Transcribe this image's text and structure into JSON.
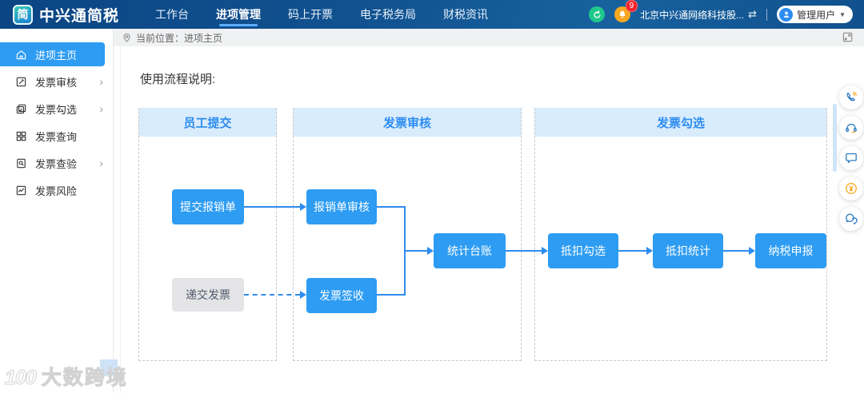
{
  "navbar": {
    "logo_glyph": "简",
    "app_title": "中兴通简税",
    "items": [
      {
        "label": "工作台"
      },
      {
        "label": "进项管理"
      },
      {
        "label": "码上开票"
      },
      {
        "label": "电子税务局"
      },
      {
        "label": "财税资讯"
      }
    ],
    "notification_count": "9",
    "company_name": "北京中兴通网络科技股...",
    "company_switch_glyph": "⇄",
    "user_label": "管理用户",
    "caret_glyph": "▼"
  },
  "sidebar": {
    "items": [
      {
        "label": "进项主页"
      },
      {
        "label": "发票审核",
        "chevron": "›"
      },
      {
        "label": "发票勾选",
        "chevron": "›"
      },
      {
        "label": "发票查询"
      },
      {
        "label": "发票查验",
        "chevron": "›"
      },
      {
        "label": "发票风险"
      }
    ]
  },
  "breadcrumb": {
    "label": "当前位置：进项主页"
  },
  "main": {
    "title": "使用流程说明:",
    "columns": [
      {
        "label": "员工提交"
      },
      {
        "label": "发票审核"
      },
      {
        "label": "发票勾选"
      }
    ],
    "nodes": [
      {
        "label": "提交报销单"
      },
      {
        "label": "报销单审核"
      },
      {
        "label": "递交发票"
      },
      {
        "label": "发票签收"
      },
      {
        "label": "统计台账"
      },
      {
        "label": "抵扣勾选"
      },
      {
        "label": "抵扣统计"
      },
      {
        "label": "纳税申报"
      }
    ]
  },
  "floating_toolbar": {
    "icons": [
      "phone-icon",
      "headset-icon",
      "chat-icon",
      "coin-icon",
      "wechat-icon"
    ]
  },
  "watermark": {
    "mark": "100",
    "text": "大数跨境"
  },
  "colors": {
    "accent": "#2d8cf0",
    "node_blue": "#2d9cf2",
    "column_header_bg": "#d9ecfc",
    "navbar_blue": "#11518f",
    "sync_green": "#1ec88b",
    "bell_orange": "#f7a821",
    "badge_red": "#f5222d"
  }
}
